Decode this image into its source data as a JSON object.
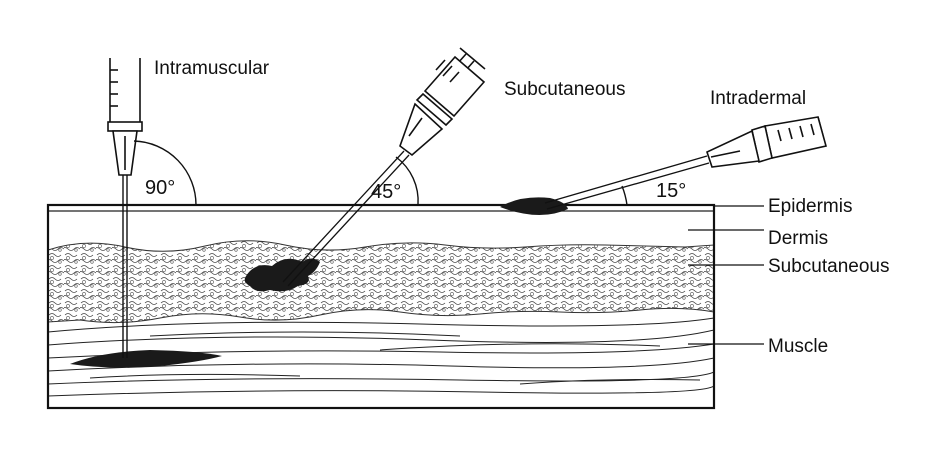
{
  "injections": [
    {
      "label": "Intramuscular",
      "angle": "90°",
      "angle_deg": 90
    },
    {
      "label": "Subcutaneous",
      "angle": "45°",
      "angle_deg": 45
    },
    {
      "label": "Intradermal",
      "angle": "15°",
      "angle_deg": 15
    }
  ],
  "layers": [
    {
      "label": "Epidermis"
    },
    {
      "label": "Dermis"
    },
    {
      "label": "Subcutaneous"
    },
    {
      "label": "Muscle"
    }
  ],
  "colors": {
    "ink": "#111111",
    "background": "#ffffff",
    "medication": "#1a1a1a"
  }
}
